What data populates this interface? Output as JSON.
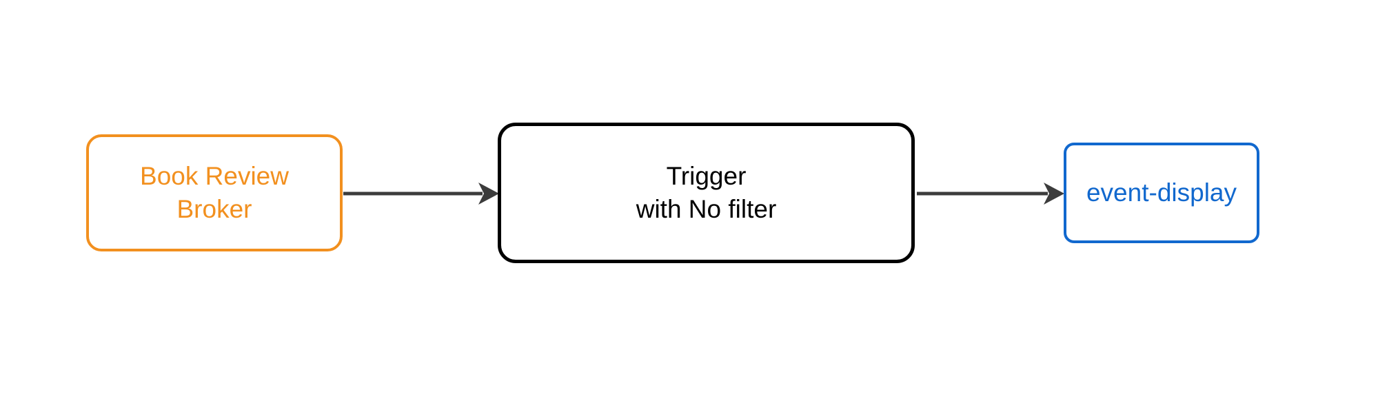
{
  "diagram": {
    "type": "flow",
    "orientation": "left-to-right",
    "background_color": "#ffffff",
    "nodes": [
      {
        "id": "broker",
        "label": "Book Review\nBroker",
        "label_lines": [
          "Book Review",
          "Broker"
        ],
        "shape": "rounded-rectangle",
        "border_color": "#f2901f",
        "text_color": "#f2901f",
        "fill_color": "#ffffff"
      },
      {
        "id": "trigger",
        "label": "Trigger\nwith No filter",
        "label_lines": [
          "Trigger",
          "with No filter"
        ],
        "shape": "rounded-rectangle",
        "border_color": "#000000",
        "text_color": "#000000",
        "fill_color": "#ffffff"
      },
      {
        "id": "sink",
        "label": "event-display",
        "label_lines": [
          "event-display"
        ],
        "shape": "rounded-rectangle",
        "border_color": "#1168ce",
        "text_color": "#1168ce",
        "fill_color": "#ffffff"
      }
    ],
    "edges": [
      {
        "id": "edge-broker-trigger",
        "from": "broker",
        "to": "trigger",
        "label": "",
        "arrow": "end",
        "color": "#3c3c3c"
      },
      {
        "id": "edge-trigger-sink",
        "from": "trigger",
        "to": "sink",
        "label": "",
        "arrow": "end",
        "color": "#3c3c3c"
      }
    ]
  }
}
